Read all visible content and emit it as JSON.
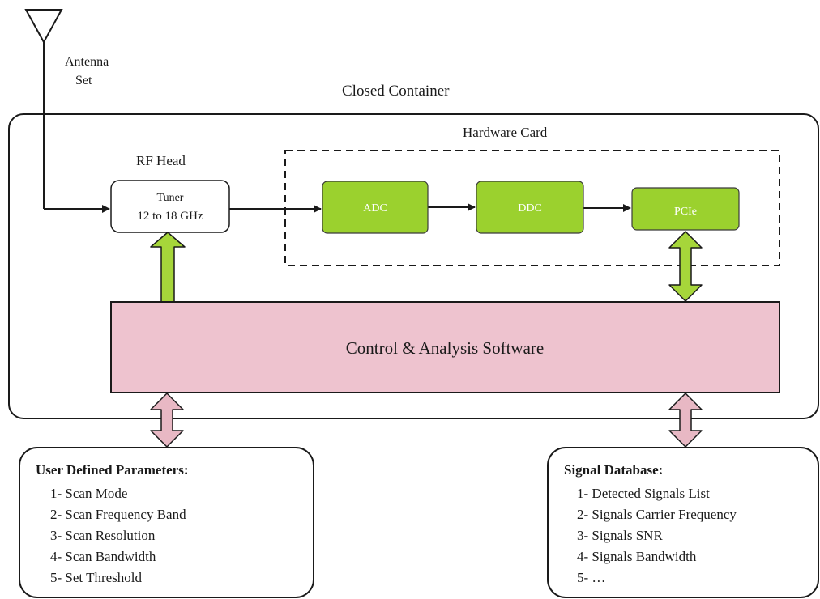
{
  "antenna": {
    "label_line1": "Antenna",
    "label_line2": "Set"
  },
  "container": {
    "label": "Closed Container"
  },
  "hardware_card": {
    "label": "Hardware Card"
  },
  "rf_head": {
    "label": "RF Head",
    "tuner_line1": "Tuner",
    "tuner_line2": "12 to 18 GHz"
  },
  "blocks": {
    "adc": "ADC",
    "ddc": "DDC",
    "pcie": "PCIe"
  },
  "software": {
    "label": "Control & Analysis Software"
  },
  "user_params": {
    "title": "User Defined Parameters:",
    "items": [
      "1- Scan Mode",
      "2- Scan Frequency Band",
      "3- Scan Resolution",
      "4- Scan Bandwidth",
      "5- Set Threshold"
    ]
  },
  "signal_db": {
    "title": "Signal Database:",
    "items": [
      "1- Detected Signals List",
      "2- Signals Carrier Frequency",
      "3- Signals SNR",
      "4- Signals Bandwidth",
      "5- …"
    ]
  },
  "colors": {
    "block_green": "#9bd12e",
    "arrow_green": "#a6d63a",
    "software_pink": "#eec3cf",
    "arrow_pink": "#e8b8c4"
  }
}
